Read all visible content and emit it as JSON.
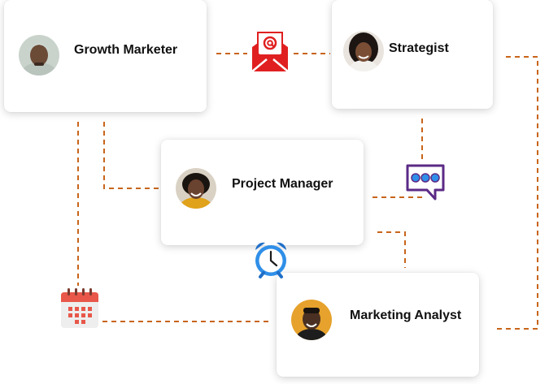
{
  "nodes": [
    {
      "id": "growth-marketer",
      "label": "Growth Marketer"
    },
    {
      "id": "strategist",
      "label": "Strategist"
    },
    {
      "id": "project-manager",
      "label": "Project Manager"
    },
    {
      "id": "marketing-analyst",
      "label": "Marketing Analyst"
    }
  ],
  "icons": {
    "email": "email-icon",
    "chat": "chat-bubble-icon",
    "alarm": "alarm-clock-icon",
    "calendar": "calendar-icon"
  },
  "colors": {
    "connector": "#c8651b",
    "email": "#e02020",
    "chat": "#5b2a86",
    "alarm": "#2f8fe8",
    "calendar": "#e8574a"
  }
}
